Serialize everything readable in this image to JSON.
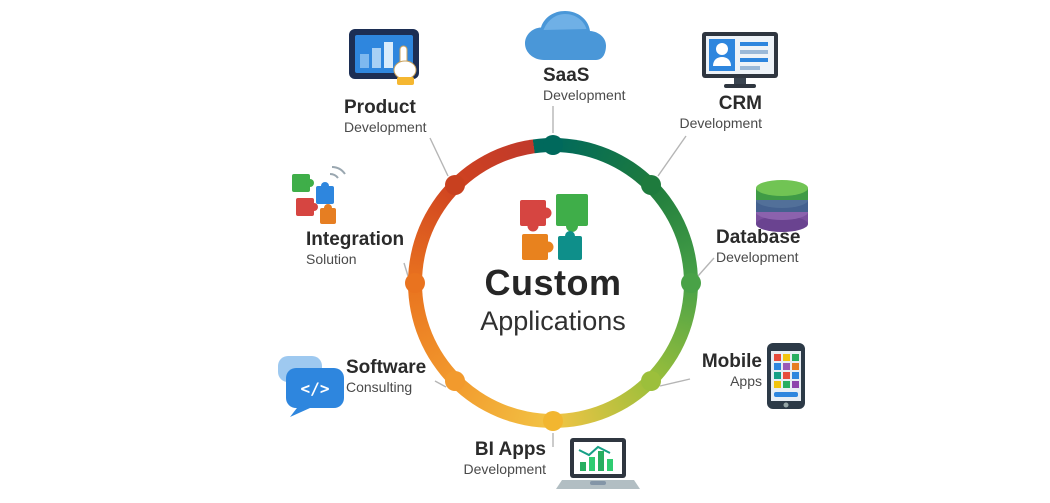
{
  "center": {
    "title": "Custom",
    "subtitle": "Applications",
    "icon": "puzzle-pieces-icon"
  },
  "items": [
    {
      "id": "product",
      "title": "Product",
      "subtitle": "Development",
      "icon": "tablet-touch-icon",
      "node_color": "#c8401f"
    },
    {
      "id": "saas",
      "title": "SaaS",
      "subtitle": "Development",
      "icon": "cloud-icon",
      "node_color": "#00695c"
    },
    {
      "id": "crm",
      "title": "CRM",
      "subtitle": "Development",
      "icon": "crm-monitor-icon",
      "node_color": "#1e7b3d"
    },
    {
      "id": "database",
      "title": "Database",
      "subtitle": "Development",
      "icon": "database-icon",
      "node_color": "#49a247"
    },
    {
      "id": "mobile",
      "title": "Mobile",
      "subtitle": "Apps",
      "icon": "smartphone-icon",
      "node_color": "#9cbf3b"
    },
    {
      "id": "biapps",
      "title": "BI Apps",
      "subtitle": "Development",
      "icon": "laptop-chart-icon",
      "node_color": "#f2b630"
    },
    {
      "id": "software",
      "title": "Software",
      "subtitle": "Consulting",
      "icon": "chat-code-icon",
      "node_color": "#f29a2d"
    },
    {
      "id": "integration",
      "title": "Integration",
      "subtitle": "Solution",
      "icon": "puzzle-icon",
      "node_color": "#e9731f"
    }
  ],
  "colors": {
    "ring_clockwise_from_top": [
      "#00695c",
      "#1e7b3d",
      "#49a247",
      "#9cbf3b",
      "#f2c445",
      "#f29a2d",
      "#e9731f",
      "#c0392b"
    ],
    "title_text": "#2b2b2b",
    "subtitle_text": "#4a4a4a"
  }
}
